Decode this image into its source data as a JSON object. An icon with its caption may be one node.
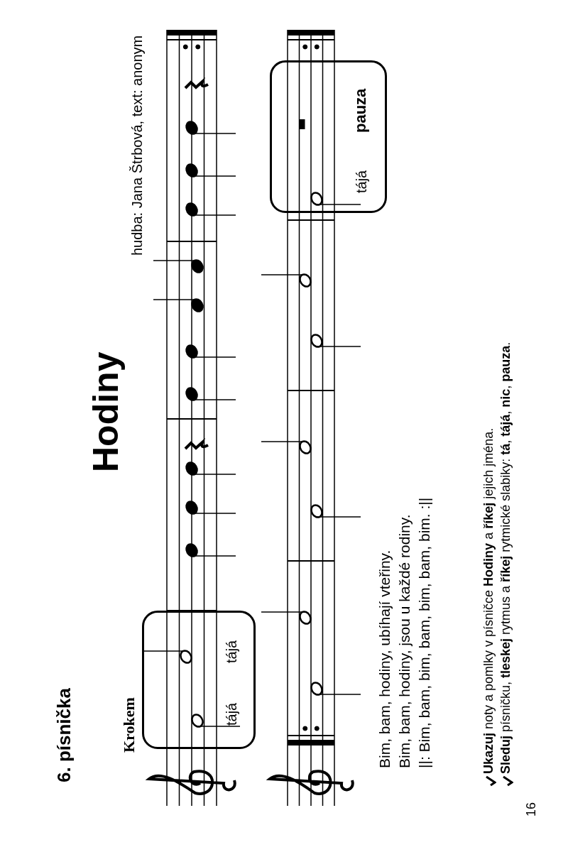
{
  "diagram": {
    "title": "Hodiny",
    "nodes": [
      {
        "text": [
          "Krokem",
          "tájá",
          "tájá"
        ]
      },
      {
        "text": [
          "tájá",
          "pauza"
        ]
      }
    ],
    "labels": [
      "6. písnička",
      "hudba: Jana Štrbová, text: anonym",
      "Bim, bam, hodiny, ubíhají vteřiny.",
      "Bim, bam, hodiny, jsou u každé rodiny.",
      "||: Bim, bam, bim, bam, bim, bam, bim. :||",
      "**Ukazuj** noty a pomlky v písničce **Hodiny** a **říkej** jejich jména.",
      "**Sleduj** písničku, **tleskej** rytmus a **říkej** rytmické slabiky: **tá**, **tájá**, **nic**, **pauza**.",
      "16"
    ]
  }
}
